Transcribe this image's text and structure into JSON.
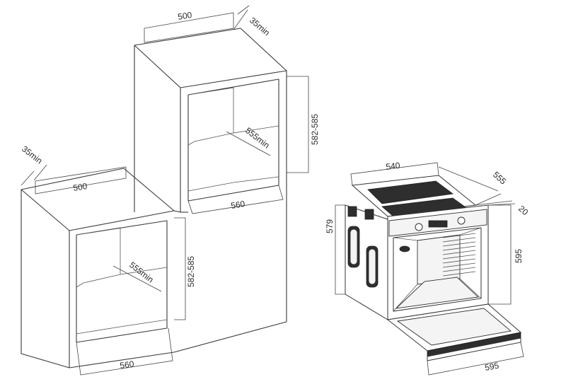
{
  "colors": {
    "line": "#3a3a3a",
    "background": "#ffffff",
    "oven_dark": "#2e2e2e"
  },
  "upper_cabinet": {
    "depth_label": "500",
    "clearance_label": "35min",
    "niche_depth_label": "555min",
    "niche_height_label": "582-585",
    "niche_width_label": "560"
  },
  "lower_cabinet": {
    "depth_label": "500",
    "clearance_label": "35min",
    "niche_depth_label": "555min",
    "niche_height_label": "582-585",
    "niche_width_label": "560"
  },
  "oven": {
    "width_label": "540",
    "depth_label": "555",
    "front_thickness_label": "20",
    "body_height_label": "579",
    "front_height_label": "595",
    "front_width_label": "595"
  }
}
